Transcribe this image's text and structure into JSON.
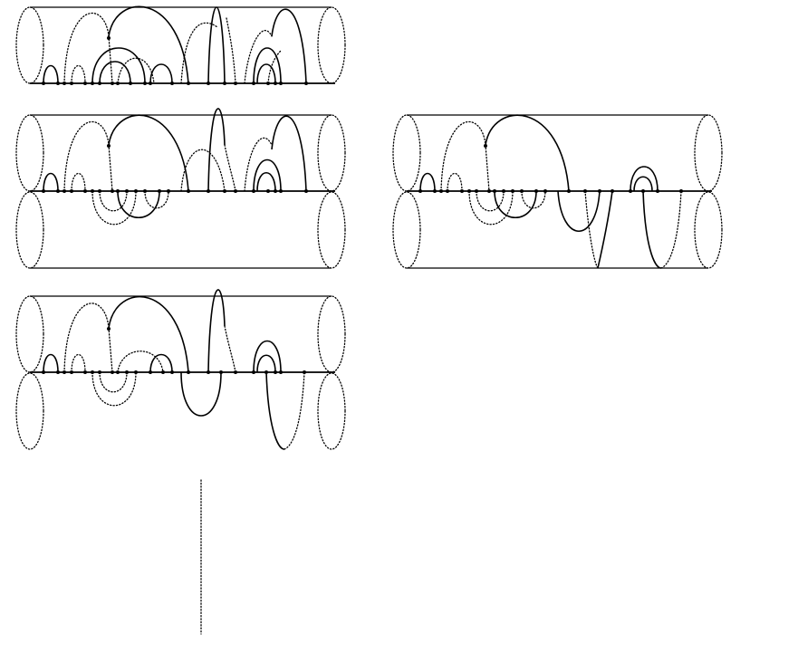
{
  "figure": {
    "panels": [
      {
        "id": "top-left",
        "cylinders": 1
      },
      {
        "id": "middle-left",
        "cylinders": 2
      },
      {
        "id": "middle-right",
        "cylinders": 2
      },
      {
        "id": "bottom-left",
        "cylinders": 2
      }
    ],
    "colors": {
      "ink": "#000000",
      "background": "#ffffff"
    }
  }
}
